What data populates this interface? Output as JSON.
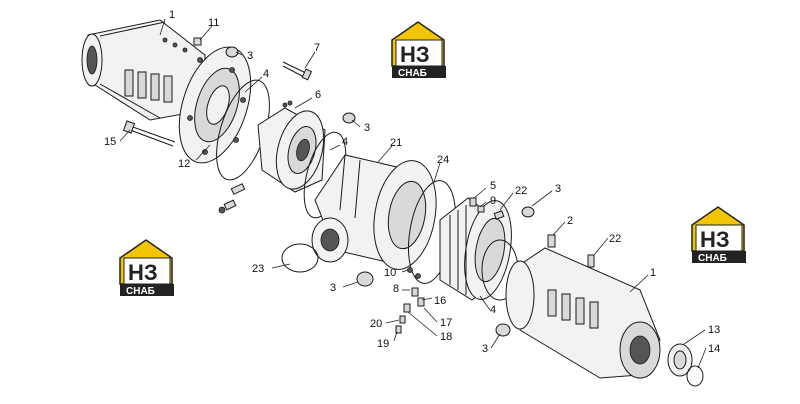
{
  "logos": [
    {
      "id": "logo-top",
      "big": "НЗ",
      "small": "СНАБ",
      "color_yellow": "#f2c500",
      "color_dark": "#222222"
    },
    {
      "id": "logo-left",
      "big": "НЗ",
      "small": "СНАБ",
      "color_yellow": "#f2c500",
      "color_dark": "#222222"
    },
    {
      "id": "logo-right",
      "big": "НЗ",
      "small": "СНАБ",
      "color_yellow": "#f2c500",
      "color_dark": "#222222"
    }
  ],
  "callouts": [
    {
      "n": "1"
    },
    {
      "n": "11"
    },
    {
      "n": "3"
    },
    {
      "n": "7"
    },
    {
      "n": "4"
    },
    {
      "n": "6"
    },
    {
      "n": "3"
    },
    {
      "n": "4"
    },
    {
      "n": "15"
    },
    {
      "n": "12"
    },
    {
      "n": "21"
    },
    {
      "n": "24"
    },
    {
      "n": "5"
    },
    {
      "n": "9"
    },
    {
      "n": "22"
    },
    {
      "n": "3"
    },
    {
      "n": "2"
    },
    {
      "n": "22"
    },
    {
      "n": "1"
    },
    {
      "n": "23"
    },
    {
      "n": "10"
    },
    {
      "n": "3"
    },
    {
      "n": "8"
    },
    {
      "n": "16"
    },
    {
      "n": "4"
    },
    {
      "n": "20"
    },
    {
      "n": "17"
    },
    {
      "n": "18"
    },
    {
      "n": "19"
    },
    {
      "n": "3"
    },
    {
      "n": "13"
    },
    {
      "n": "14"
    }
  ]
}
